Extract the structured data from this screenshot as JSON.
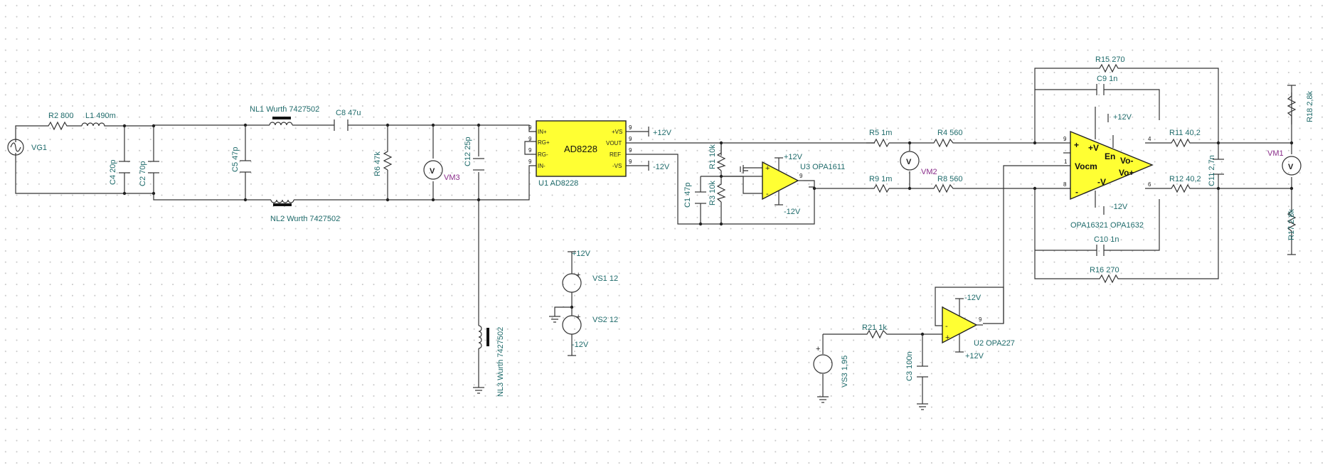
{
  "components": {
    "vg1": "VG1",
    "r2": "R2 800",
    "l1": "L1 490m",
    "c4": "C4 20p",
    "c2": "C2 70p",
    "c5": "C5 47p",
    "nl1": "NL1 Wurth 7427502",
    "nl2": "NL2 Wurth 7427502",
    "nl3": "NL3 Wurth 7427502",
    "c8": "C8 47u",
    "r6": "R6 47k",
    "vm3": "VM3",
    "c12": "C12 25p",
    "u1": "U1 AD8228",
    "r1": "R1 10k",
    "r3": "R3 10k",
    "c1": "C1 47p",
    "u3": "U3 OPA1611",
    "r5": "R5 1m",
    "r9": "R9 1m",
    "vm2": "VM2",
    "r4": "R4 560",
    "r8": "R8 560",
    "r15": "R15 270",
    "c9": "C9 1n",
    "r11": "R11 40,2",
    "r12": "R12 40,2",
    "c11": "C11 2,7n",
    "c10": "C10 1n",
    "r16": "R16 270",
    "opa1632": "OPA16321 OPA1632",
    "vm1": "VM1",
    "r18": "R18 2,8k",
    "r17": "R17 2,8k",
    "vs1": "VS1 12",
    "vs2": "VS2 12",
    "vs3": "VS3 1,95",
    "r21": "R21 1k",
    "c3": "C3 100n",
    "u2": "U2 OPA227"
  },
  "ad8228": {
    "name": "AD8228",
    "pins_left": [
      "IN+",
      "RG+",
      "RG-",
      "IN-"
    ],
    "pins_right": [
      "+VS",
      "VOUT",
      "REF",
      "-VS"
    ]
  },
  "opa1632_chip": {
    "plus": "+",
    "minus": "-",
    "vplus": "+V",
    "vminus": "-V",
    "en": "En",
    "vocm": "Vocm",
    "vo_minus": "Vo-",
    "vo_plus": "Vo+"
  },
  "pin_numbers": {
    "nine": "9",
    "four": "4",
    "six": "6",
    "one": "1",
    "eight": "8"
  },
  "supplies": {
    "p12": "+12V",
    "n12": "-12V",
    "meter_v": "V",
    "plus": "+",
    "minus": "-"
  }
}
